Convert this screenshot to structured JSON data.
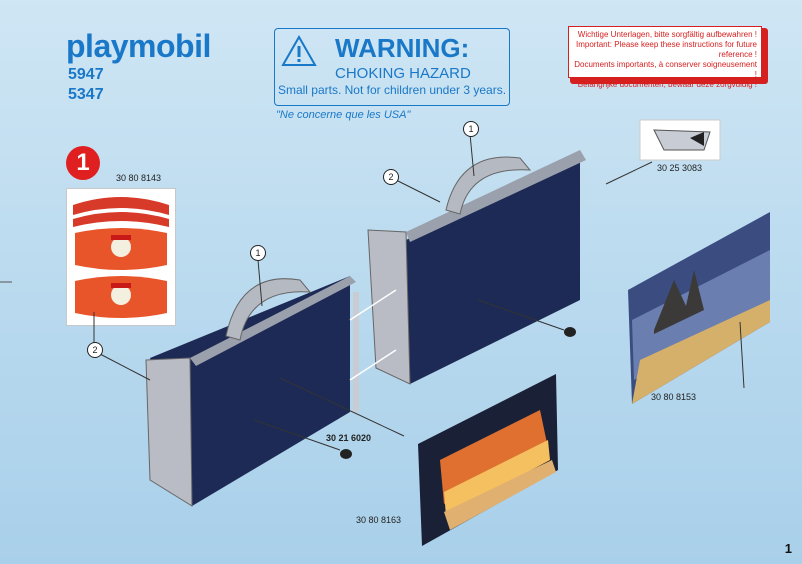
{
  "brand": {
    "logo": "playmobil"
  },
  "product_numbers": [
    "5947",
    "5347"
  ],
  "warning": {
    "title": "WARNING:",
    "subtitle": "CHOKING HAZARD",
    "note": "Small parts. Not for children under 3 years.",
    "usa_note": "\"Ne concerne que les USA\""
  },
  "instructions_notice": [
    "Wichtige Unterlagen, bitte sorgfältig aufbewahren !",
    "Important: Please keep these instructions for future reference !",
    "Documents importants, à conserver soigneusement !",
    "Belangrijke documenten, bewaar deze zorgvuldig !"
  ],
  "step_number": "1",
  "part_codes": {
    "decal_sheet": "30 80 8143",
    "hinge": "30 25 3083",
    "peg": "30 21 6020",
    "backdrop_ship": "30 80 8153",
    "backdrop_island": "30 80 8163"
  },
  "callouts": {
    "one": "1",
    "two": "2"
  },
  "page_number": "1",
  "colors": {
    "brand_blue": "#1a78c8",
    "alert_red": "#d62020",
    "case_navy": "#1d2a55"
  }
}
